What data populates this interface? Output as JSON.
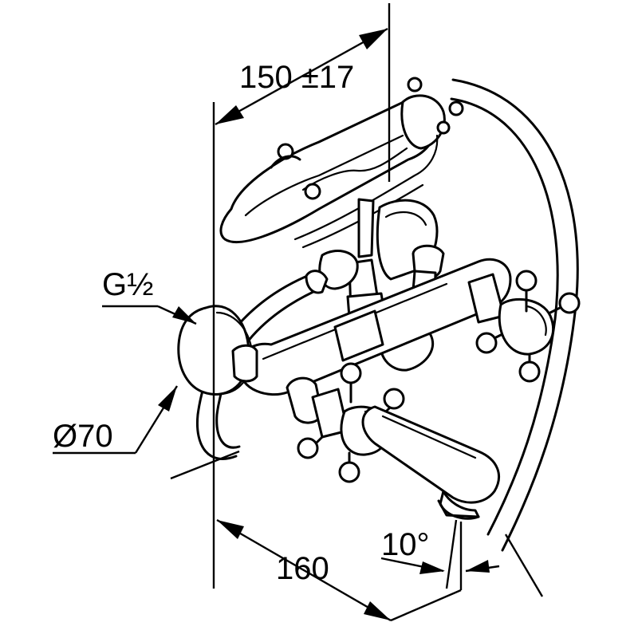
{
  "dimensions": {
    "top_reach": "150 ±17",
    "thread": "G½",
    "rosette_diameter": "Ø70",
    "center_distance": "160",
    "angle": "10°"
  }
}
